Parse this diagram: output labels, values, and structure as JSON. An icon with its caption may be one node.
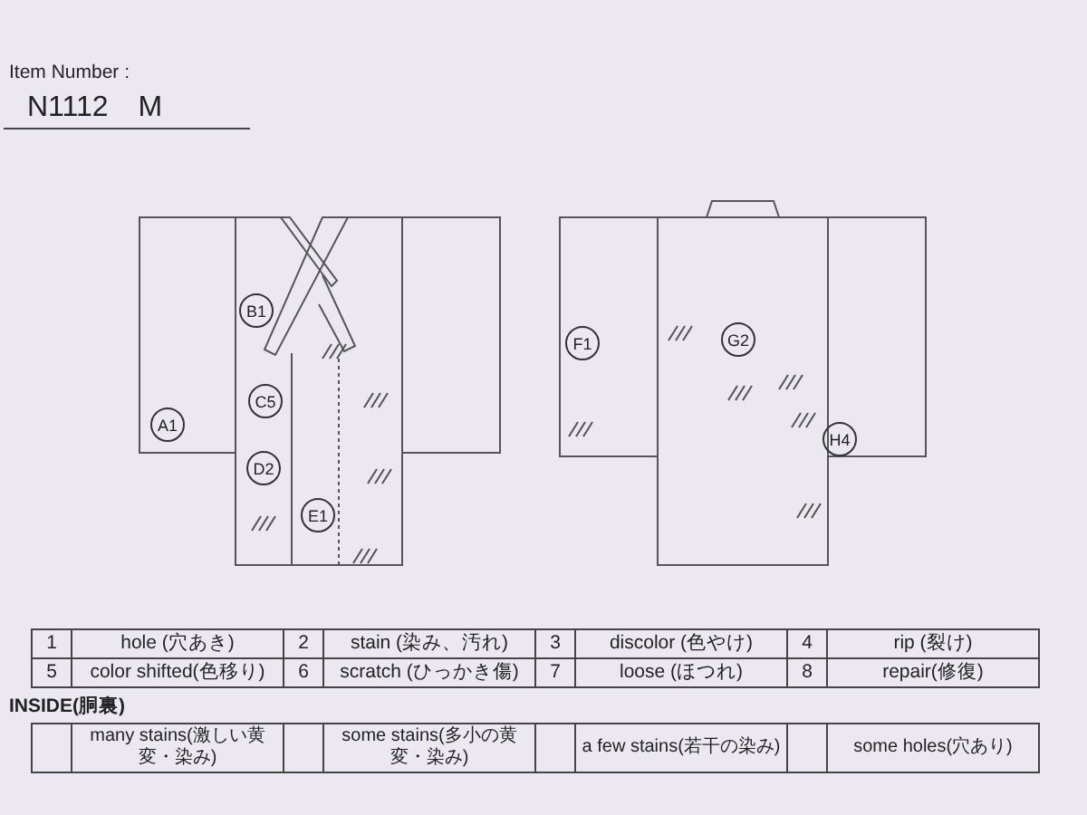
{
  "diagram": {
    "nodes": [
      {
        "text": [
          "B1"
        ]
      },
      {
        "text": [
          "C5"
        ]
      },
      {
        "text": [
          "A1"
        ]
      },
      {
        "text": [
          "D2"
        ]
      },
      {
        "text": [
          "E1"
        ]
      },
      {
        "text": [
          "F1"
        ]
      },
      {
        "text": [
          "G2"
        ]
      },
      {
        "text": [
          "H4"
        ]
      }
    ],
    "labels": [
      "Item Number :",
      "N1112 M",
      "1",
      "hole (穴あき)",
      "2",
      "stain (染み、汚れ)",
      "3",
      "discolor (色やけ)",
      "4",
      "rip (裂け)",
      "5",
      "color shifted(色移り)",
      "6",
      "scratch (ひっかき傷)",
      "7",
      "loose (ほつれ)",
      "8",
      "repair(修復)",
      "INSIDE(胴裏)",
      "many stains(激しい黄変・染み)",
      "some stains(多小の黄変・染み)",
      "a few stains(若干の染み)",
      "some holes(穴あり)"
    ]
  }
}
